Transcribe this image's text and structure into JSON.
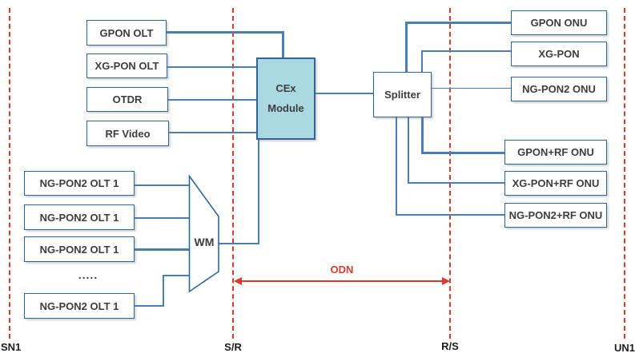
{
  "colors": {
    "line_blue": "#4a7fb5",
    "box_border": "#2f6699",
    "cex_fill": "#aad9e2",
    "red": "#d93a2b",
    "text": "#3d3d3d"
  },
  "boxes": {
    "olt": [
      {
        "label": "GPON OLT"
      },
      {
        "label": "XG-PON OLT"
      },
      {
        "label": "OTDR"
      },
      {
        "label": "RF Video"
      }
    ],
    "ngpon2": [
      {
        "label": "NG-PON2 OLT 1"
      },
      {
        "label": "NG-PON2 OLT 1"
      },
      {
        "label": "NG-PON2 OLT 1"
      },
      {
        "label": "NG-PON2 OLT 1"
      }
    ],
    "onu": [
      {
        "label": "GPON ONU"
      },
      {
        "label": "XG-PON"
      },
      {
        "label": "NG-PON2 ONU"
      },
      {
        "label": "GPON+RF ONU"
      },
      {
        "label": "XG-PON+RF ONU"
      },
      {
        "label": "NG-PON2+RF ONU"
      }
    ]
  },
  "nodes": {
    "wm": "WM",
    "cex_line1": "CEx",
    "cex_line2": "Module",
    "splitter": "Splitter"
  },
  "ellipsis": ".....",
  "odn_label": "ODN",
  "boundaries": [
    {
      "label": "SN1"
    },
    {
      "label": "S/R"
    },
    {
      "label": "R/S"
    },
    {
      "label": "UN1"
    }
  ]
}
